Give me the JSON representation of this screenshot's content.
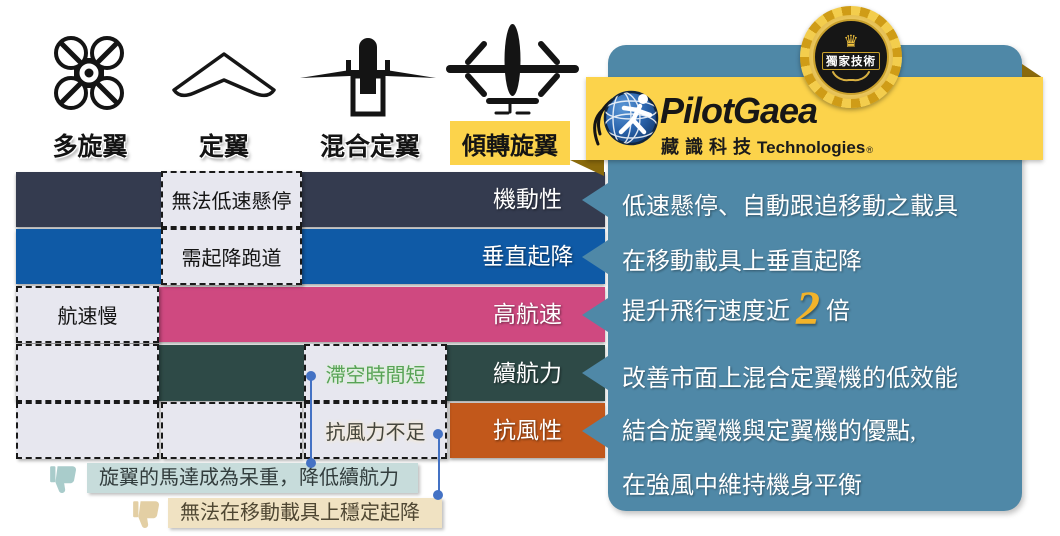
{
  "colors": {
    "accent_yellow": "#fcd34b",
    "panel_blue": "#4f88a7",
    "row_mobility": "#343b4f",
    "row_vtol": "#0f5aa6",
    "row_speed": "#cf4980",
    "row_endurance": "#2e4a47",
    "row_wind": "#c2581b",
    "connector_blue": "#4472c4",
    "badge_gold": "#f3cd4d",
    "note_teal_bg": "#c7dcdb",
    "note_tan_bg": "#f0e2c2"
  },
  "drone_types": [
    {
      "label": "多旋翼",
      "icon": "quadcopter-icon"
    },
    {
      "label": "定翼",
      "icon": "flying-wing-icon"
    },
    {
      "label": "混合定翼",
      "icon": "hybrid-vtol-icon"
    },
    {
      "label": "傾轉旋翼",
      "icon": "tilt-rotor-icon",
      "highlighted": true
    }
  ],
  "table": {
    "rows": [
      {
        "label": "機動性",
        "color": "#343b4f"
      },
      {
        "label": "垂直起降",
        "color": "#0f5aa6"
      },
      {
        "label": "高航速",
        "color": "#cf4980"
      },
      {
        "label": "續航力",
        "color": "#2e4a47"
      },
      {
        "label": "抗風性",
        "color": "#c2581b"
      }
    ],
    "weakness_notes": {
      "fixed_wing_no_hover": "無法低速懸停",
      "fixed_wing_runway": "需起降跑道",
      "multirotor_slow": "航速慢",
      "hybrid_short_airtime": "滯空時間短",
      "hybrid_weak_wind": "抗風力不足"
    }
  },
  "footnotes": [
    {
      "text": "旋翼的馬達成為呆重，降低續航力",
      "theme": "teal"
    },
    {
      "text": "無法在移動載具上穩定起降",
      "theme": "tan"
    }
  ],
  "badge": {
    "label": "獨家技術",
    "crown_glyph": "♛"
  },
  "logo": {
    "name": "PilotGaea",
    "subtitle_zh": "藏識科技",
    "subtitle_en": "Technologies",
    "registered_mark": "®"
  },
  "panel": {
    "lines": {
      "line1": "低速懸停、自動跟追移動之載具",
      "line2": "在移動載具上垂直起降",
      "line4": "改善市面上混合定翼機的低效能",
      "line5": "結合旋翼機與定翼機的優點,",
      "line6": "在強風中維持機身平衡"
    },
    "speed": {
      "prefix": "提升飛行速度近",
      "value": "2",
      "suffix": "倍"
    }
  }
}
